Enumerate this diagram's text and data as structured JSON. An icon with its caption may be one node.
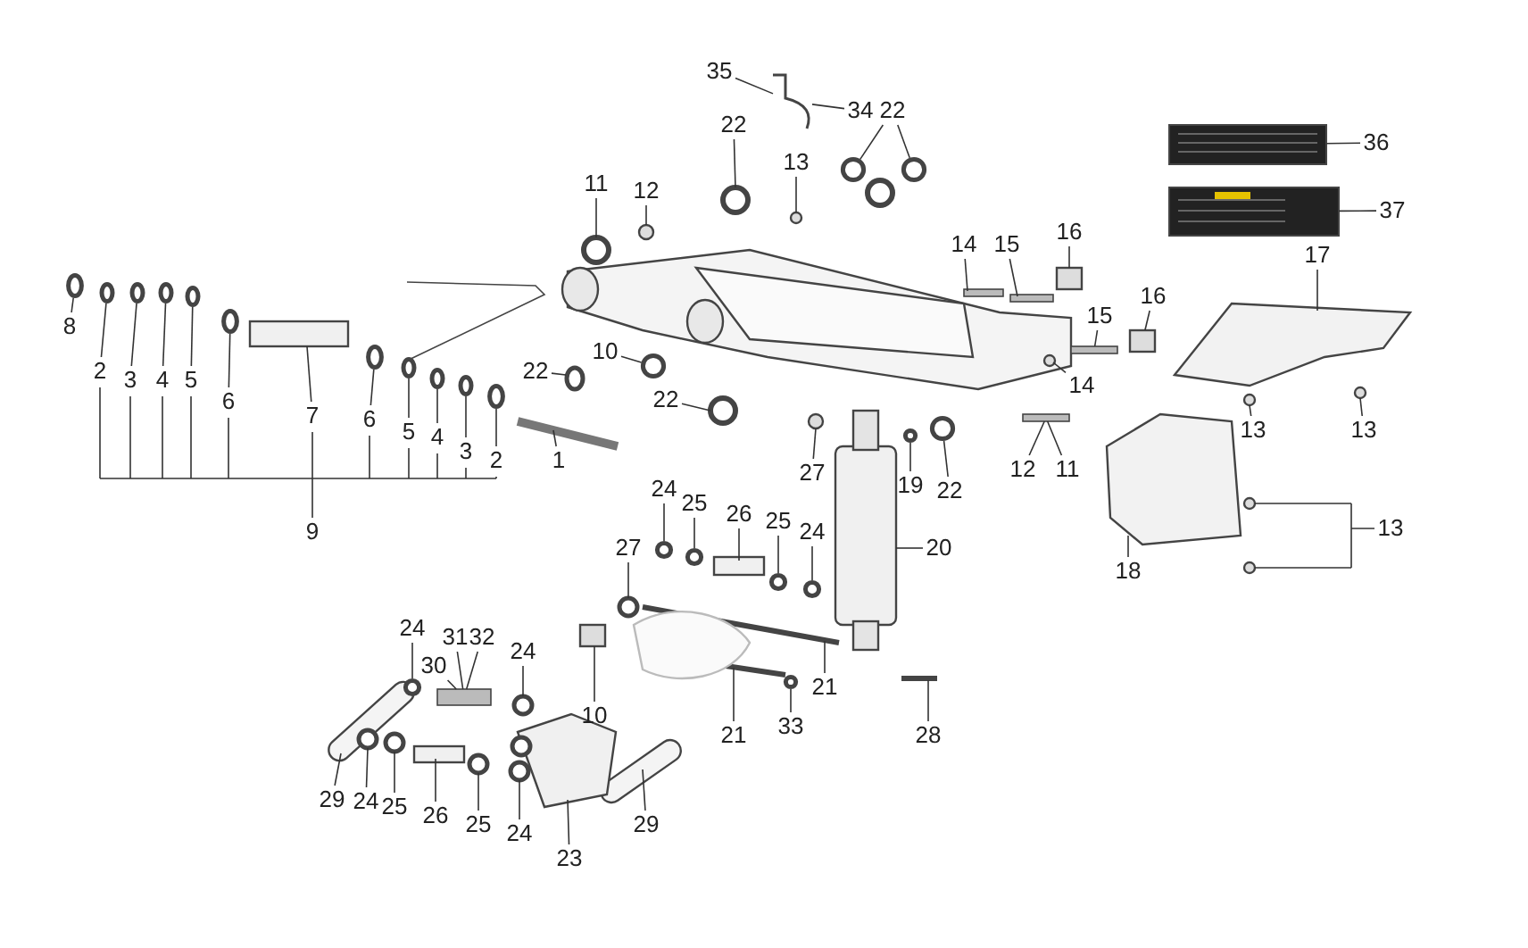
{
  "diagram": {
    "nodes": [
      {
        "text": [
          "35"
        ]
      },
      {
        "text": [
          "34"
        ]
      },
      {
        "text": [
          "22"
        ]
      },
      {
        "text": [
          "22"
        ]
      },
      {
        "text": [
          "36"
        ]
      },
      {
        "text": [
          "11"
        ]
      },
      {
        "text": [
          "12"
        ]
      },
      {
        "text": [
          "13"
        ]
      },
      {
        "text": [
          "37"
        ]
      },
      {
        "text": [
          "14"
        ]
      },
      {
        "text": [
          "15"
        ]
      },
      {
        "text": [
          "16"
        ]
      },
      {
        "text": [
          "17"
        ]
      },
      {
        "text": [
          "8"
        ]
      },
      {
        "text": [
          "2"
        ]
      },
      {
        "text": [
          "3"
        ]
      },
      {
        "text": [
          "4"
        ]
      },
      {
        "text": [
          "5"
        ]
      },
      {
        "text": [
          "6"
        ]
      },
      {
        "text": [
          "7"
        ]
      },
      {
        "text": [
          "6"
        ]
      },
      {
        "text": [
          "5"
        ]
      },
      {
        "text": [
          "4"
        ]
      },
      {
        "text": [
          "3"
        ]
      },
      {
        "text": [
          "2"
        ]
      },
      {
        "text": [
          "22"
        ]
      },
      {
        "text": [
          "10"
        ]
      },
      {
        "text": [
          "22"
        ]
      },
      {
        "text": [
          "15"
        ]
      },
      {
        "text": [
          "16"
        ]
      },
      {
        "text": [
          "14"
        ]
      },
      {
        "text": [
          "1"
        ]
      },
      {
        "text": [
          "27"
        ]
      },
      {
        "text": [
          "19"
        ]
      },
      {
        "text": [
          "22"
        ]
      },
      {
        "text": [
          "12"
        ]
      },
      {
        "text": [
          "11"
        ]
      },
      {
        "text": [
          "13"
        ]
      },
      {
        "text": [
          "13"
        ]
      },
      {
        "text": [
          "24"
        ]
      },
      {
        "text": [
          "25"
        ]
      },
      {
        "text": [
          "26"
        ]
      },
      {
        "text": [
          "25"
        ]
      },
      {
        "text": [
          "24"
        ]
      },
      {
        "text": [
          "20"
        ]
      },
      {
        "text": [
          "13"
        ]
      },
      {
        "text": [
          "18"
        ]
      },
      {
        "text": [
          "27"
        ]
      },
      {
        "text": [
          "24"
        ]
      },
      {
        "text": [
          "30"
        ]
      },
      {
        "text": [
          "31"
        ]
      },
      {
        "text": [
          "32"
        ]
      },
      {
        "text": [
          "24"
        ]
      },
      {
        "text": [
          "10"
        ]
      },
      {
        "text": [
          "21"
        ]
      },
      {
        "text": [
          "33"
        ]
      },
      {
        "text": [
          "28"
        ]
      },
      {
        "text": [
          "21"
        ]
      },
      {
        "text": [
          "29"
        ]
      },
      {
        "text": [
          "24"
        ]
      },
      {
        "text": [
          "25"
        ]
      },
      {
        "text": [
          "26"
        ]
      },
      {
        "text": [
          "25"
        ]
      },
      {
        "text": [
          "24"
        ]
      },
      {
        "text": [
          "23"
        ]
      },
      {
        "text": [
          "29"
        ]
      },
      {
        "text": [],
        "shape": "picture"
      },
      {
        "text": [],
        "shape": "circle"
      },
      {
        "text": [],
        "shape": "circle"
      },
      {
        "text": [],
        "shape": "box"
      },
      {
        "text": [],
        "shape": "box"
      },
      {
        "text": [],
        "shape": "box"
      },
      {
        "text": [],
        "shape": "circle"
      },
      {
        "text": [],
        "shape": "circle"
      },
      {
        "text": [],
        "shape": "circle"
      },
      {
        "text": [],
        "shape": "circle"
      },
      {
        "text": [],
        "shape": "circle"
      },
      {
        "text": [],
        "shape": "box"
      },
      {
        "text": [],
        "shape": "bar"
      },
      {
        "text": [],
        "shape": "circle"
      },
      {
        "text": [],
        "shape": "bar"
      },
      {
        "text": [],
        "shape": "circle"
      },
      {
        "text": [],
        "shape": "circle"
      },
      {
        "text": [],
        "shape": "circle"
      },
      {
        "text": [],
        "shape": "circle"
      },
      {
        "text": [],
        "shape": "bar"
      },
      {
        "text": [],
        "shape": "circle"
      },
      {
        "text": [],
        "shape": "circle"
      },
      {
        "text": [],
        "shape": "circle"
      },
      {
        "text": [],
        "shape": "circle"
      },
      {
        "text": [],
        "shape": "circle"
      },
      {
        "text": [],
        "shape": "circle"
      },
      {
        "text": [],
        "shape": "circle"
      },
      {
        "text": [],
        "shape": "circle"
      },
      {
        "text": [],
        "shape": "circle"
      },
      {
        "text": [],
        "shape": "circle"
      }
    ],
    "edges": [
      {
        "from": 0,
        "to": 66,
        "arrow": "none"
      },
      {
        "from": 1,
        "to": 66,
        "arrow": "none"
      },
      {
        "from": 2,
        "to": null,
        "arrow": "none"
      },
      {
        "from": 3,
        "to": 67,
        "arrow": "none"
      },
      {
        "from": 3,
        "to": 68,
        "arrow": "none"
      },
      {
        "from": 4,
        "to": 70,
        "arrow": "none"
      },
      {
        "from": 5,
        "to": null,
        "arrow": "none"
      },
      {
        "from": 6,
        "to": null,
        "arrow": "none"
      },
      {
        "from": 7,
        "to": null,
        "arrow": "none"
      },
      {
        "from": 8,
        "to": 69,
        "arrow": "none"
      },
      {
        "from": 9,
        "to": null,
        "arrow": "none"
      },
      {
        "from": 10,
        "to": null,
        "arrow": "none"
      },
      {
        "from": 11,
        "to": 71,
        "arrow": "none"
      },
      {
        "from": 12,
        "to": null,
        "arrow": "none"
      },
      {
        "from": 13,
        "to": 94,
        "arrow": "none"
      },
      {
        "from": 14,
        "to": 72,
        "arrow": "none"
      },
      {
        "from": 15,
        "to": 87,
        "arrow": "none"
      },
      {
        "from": 16,
        "to": 92,
        "arrow": "none"
      },
      {
        "from": 17,
        "to": 93,
        "arrow": "none"
      },
      {
        "from": 18,
        "to": 95,
        "arrow": "none"
      },
      {
        "from": 19,
        "to": null,
        "arrow": "none"
      },
      {
        "from": 20,
        "to": 88,
        "arrow": "none"
      },
      {
        "from": 21,
        "to": 89,
        "arrow": "none"
      },
      {
        "from": 22,
        "to": 73,
        "arrow": "none"
      },
      {
        "from": 23,
        "to": 74,
        "arrow": "none"
      },
      {
        "from": 24,
        "to": 75,
        "arrow": "none"
      },
      {
        "from": 25,
        "to": null,
        "arrow": "none"
      },
      {
        "from": 26,
        "to": 76,
        "arrow": "none"
      },
      {
        "from": 27,
        "to": null,
        "arrow": "none"
      },
      {
        "from": 28,
        "to": 78,
        "arrow": "none"
      },
      {
        "from": 29,
        "to": 77,
        "arrow": "none"
      },
      {
        "from": 30,
        "to": null,
        "arrow": "none"
      },
      {
        "from": 31,
        "to": null,
        "arrow": "none"
      },
      {
        "from": 32,
        "to": null,
        "arrow": "none"
      },
      {
        "from": 33,
        "to": 90,
        "arrow": "none"
      },
      {
        "from": 34,
        "to": 79,
        "arrow": "none"
      },
      {
        "from": 35,
        "to": 80,
        "arrow": "none"
      },
      {
        "from": 36,
        "to": 80,
        "arrow": "none"
      },
      {
        "from": 37,
        "to": null,
        "arrow": "none"
      },
      {
        "from": 38,
        "to": null,
        "arrow": "none"
      },
      {
        "from": 39,
        "to": 81,
        "arrow": "none"
      },
      {
        "from": 40,
        "to": 82,
        "arrow": "none"
      },
      {
        "from": 41,
        "to": null,
        "arrow": "none"
      },
      {
        "from": 42,
        "to": 83,
        "arrow": "none"
      },
      {
        "from": 43,
        "to": 91,
        "arrow": "none"
      },
      {
        "from": 44,
        "to": null,
        "arrow": "none"
      },
      {
        "from": 45,
        "to": null,
        "arrow": "none"
      },
      {
        "from": 46,
        "to": null,
        "arrow": "none"
      },
      {
        "from": 47,
        "to": null,
        "arrow": "none"
      },
      {
        "from": 48,
        "to": 84,
        "arrow": "none"
      },
      {
        "from": 49,
        "to": 85,
        "arrow": "none"
      },
      {
        "from": 50,
        "to": 85,
        "arrow": "none"
      },
      {
        "from": 51,
        "to": 85,
        "arrow": "none"
      },
      {
        "from": 52,
        "to": null,
        "arrow": "none"
      },
      {
        "from": 53,
        "to": null,
        "arrow": "none"
      },
      {
        "from": 54,
        "to": null,
        "arrow": "none"
      },
      {
        "from": 55,
        "to": 86,
        "arrow": "none"
      },
      {
        "from": 56,
        "to": null,
        "arrow": "none"
      },
      {
        "from": 57,
        "to": null,
        "arrow": "none"
      },
      {
        "from": 58,
        "to": null,
        "arrow": "none"
      },
      {
        "from": 59,
        "to": null,
        "arrow": "none"
      },
      {
        "from": 60,
        "to": null,
        "arrow": "none"
      },
      {
        "from": 61,
        "to": null,
        "arrow": "none"
      },
      {
        "from": 62,
        "to": null,
        "arrow": "none"
      },
      {
        "from": 63,
        "to": null,
        "arrow": "none"
      },
      {
        "from": 64,
        "to": null,
        "arrow": "none"
      },
      {
        "from": 65,
        "to": null,
        "arrow": "none"
      }
    ],
    "labels": [
      "9"
    ]
  }
}
